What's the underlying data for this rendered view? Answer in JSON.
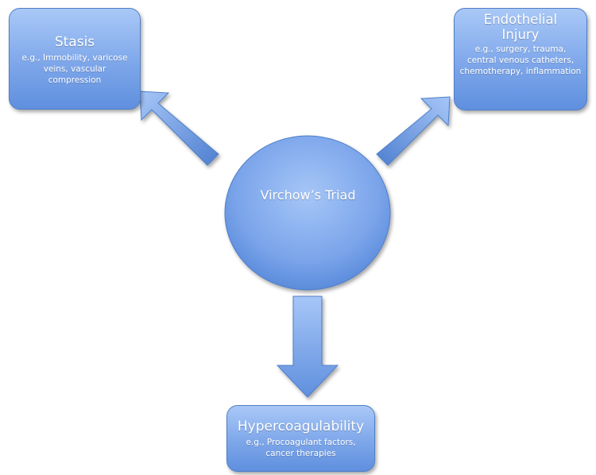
{
  "center": {
    "label": "Virchow’s Triad"
  },
  "stasis": {
    "title": "Stasis",
    "detail": "e.g., Immobility, varicose veins, vascular compression"
  },
  "endothelial": {
    "title_line1": "Endothelial",
    "title_line2": "Injury",
    "detail": "e.g., surgery, trauma, central venous catheters, chemotherapy, inflammation"
  },
  "hypercoagulability": {
    "title": "Hypercoagulability",
    "detail": "e.g., Procoagulant factors, cancer therapies"
  },
  "colors": {
    "box_fill_top": "#a9c8f7",
    "box_fill_bottom": "#5f8fde",
    "box_border": "#4f7fc6",
    "text": "#ffffff"
  }
}
